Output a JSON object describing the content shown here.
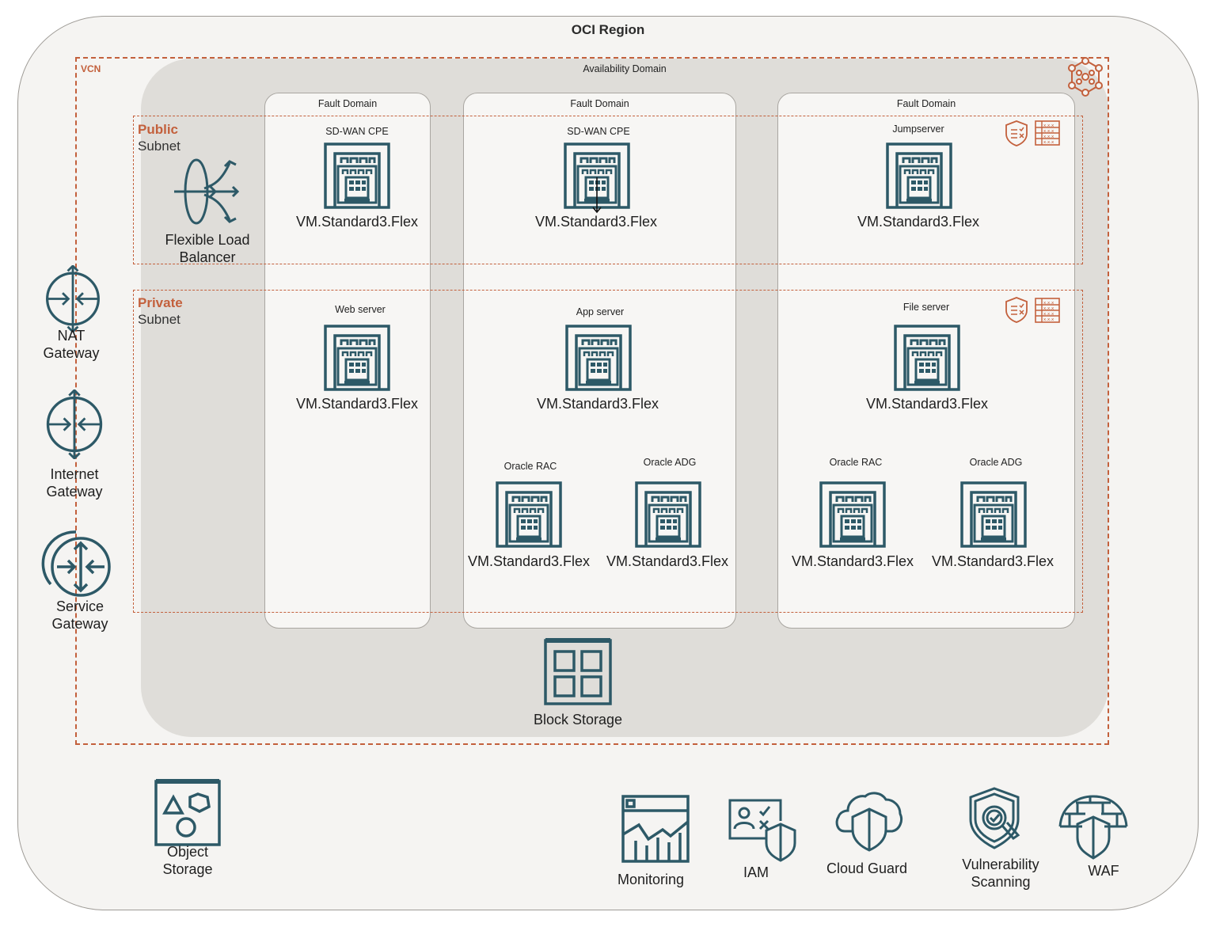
{
  "region": {
    "title": "OCI Region"
  },
  "vcn": {
    "label": "VCN"
  },
  "availability_domain": {
    "title": "Availability Domain"
  },
  "fault_domains": [
    {
      "title": "Fault Domain"
    },
    {
      "title": "Fault Domain"
    },
    {
      "title": "Fault Domain"
    }
  ],
  "subnets": {
    "public": {
      "line1": "Public",
      "line2": "Subnet"
    },
    "private": {
      "line1": "Private",
      "line2": "Subnet"
    }
  },
  "load_balancer": {
    "line1": "Flexible Load",
    "line2": "Balancer"
  },
  "gateways": {
    "nat": {
      "line1": "NAT",
      "line2": "Gateway"
    },
    "internet": {
      "line1": "Internet",
      "line2": "Gateway"
    },
    "service": {
      "line1": "Service",
      "line2": "Gateway"
    }
  },
  "vms": [
    {
      "caption": "SD-WAN CPE",
      "shape": "VM.Standard3.Flex"
    },
    {
      "caption": "SD-WAN CPE",
      "shape": "VM.Standard3.Flex"
    },
    {
      "caption": "Jumpserver",
      "shape": "VM.Standard3.Flex"
    },
    {
      "caption": "Web server",
      "shape": "VM.Standard3.Flex"
    },
    {
      "caption": "App server",
      "shape": "VM.Standard3.Flex"
    },
    {
      "caption": "File server",
      "shape": "VM.Standard3.Flex"
    },
    {
      "caption": "Oracle RAC",
      "shape": "VM.Standard3.Flex"
    },
    {
      "caption": "Oracle ADG",
      "shape": "VM.Standard3.Flex"
    },
    {
      "caption": "Oracle RAC",
      "shape": "VM.Standard3.Flex"
    },
    {
      "caption": "Oracle ADG",
      "shape": "VM.Standard3.Flex"
    }
  ],
  "block_storage": {
    "label": "Block Storage"
  },
  "services": {
    "object_storage": {
      "line1": "Object",
      "line2": "Storage"
    },
    "monitoring": {
      "label": "Monitoring"
    },
    "iam": {
      "label": "IAM"
    },
    "cloud_guard": {
      "label": "Cloud Guard"
    },
    "vulnerability_scanning": {
      "line1": "Vulnerability",
      "line2": "Scanning"
    },
    "waf": {
      "label": "WAF"
    }
  },
  "security_list_icon_text": "X.X.X",
  "colors": {
    "accent": "#c3603c",
    "icon": "#2d5967",
    "ad_fill": "#dfddd9",
    "region_fill": "#f5f4f2"
  }
}
